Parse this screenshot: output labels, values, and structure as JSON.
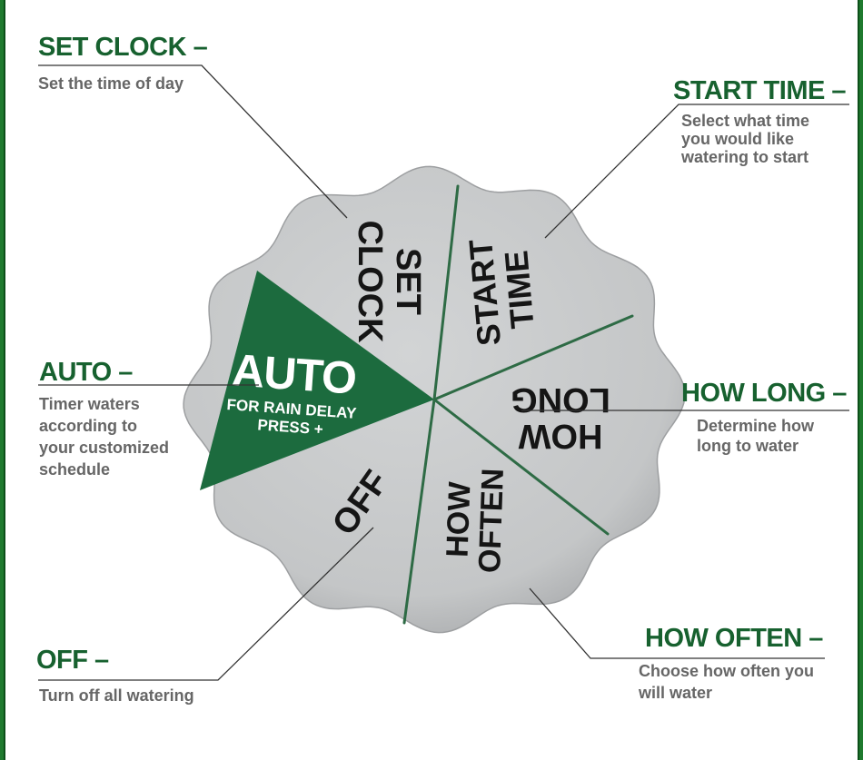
{
  "colors": {
    "accent": "#17612f",
    "frame": "#1f7a2e",
    "dial": "#c7c9ca",
    "sector": "#1c6b3e",
    "description": "#666666"
  },
  "callouts": {
    "set_clock": {
      "title": "SET CLOCK –",
      "desc": [
        "Set the time of day"
      ]
    },
    "start_time": {
      "title": "START TIME –",
      "desc": [
        "Select what time",
        "you would like",
        "watering to start"
      ]
    },
    "auto": {
      "title": "AUTO –",
      "desc": [
        "Timer waters",
        "according to",
        "your customized",
        "schedule"
      ]
    },
    "how_long": {
      "title": "HOW LONG –",
      "desc": [
        "Determine how",
        "long to water"
      ]
    },
    "how_often": {
      "title": "HOW OFTEN –",
      "desc": [
        "Choose how often you",
        "will water"
      ]
    },
    "off": {
      "title": "OFF –",
      "desc": [
        "Turn off all watering"
      ]
    }
  },
  "dial": {
    "set_clock": [
      "SET",
      "CLOCK"
    ],
    "start_time": [
      "START",
      "TIME"
    ],
    "auto": "AUTO",
    "auto_sub": [
      "FOR RAIN DELAY",
      "PRESS +"
    ],
    "how_long": [
      "HOW",
      "LONG"
    ],
    "how_often": [
      "HOW",
      "OFTEN"
    ],
    "off": "OFF"
  }
}
